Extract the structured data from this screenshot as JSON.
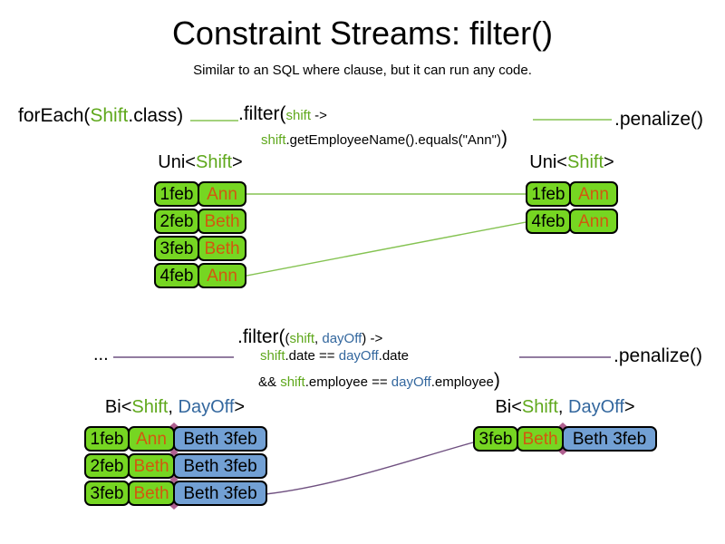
{
  "colors": {
    "text_green": "#5fa81c",
    "text_blue": "#33679e",
    "text_orange": "#d2580f",
    "cell_green": "#76d622",
    "cell_blue": "#72a0d4",
    "line_green": "#85c352",
    "line_purple": "#6f5080",
    "diamond_pink": "#b06090"
  },
  "title": "Constraint Streams: filter()",
  "subtitle": "Similar to an SQL where clause, but it can run any code.",
  "flow1": {
    "foreach_fn": "forEach(",
    "foreach_type": "Shift",
    "foreach_suffix": ".class)",
    "filter_head": ".filter(",
    "filter_param": "shift",
    "filter_arrow": " ->",
    "body_param": "shift",
    "body_rest": ".getEmployeeName().equals(\"Ann\")",
    "body_close": ")",
    "penalize": ".penalize()"
  },
  "flow2": {
    "ellipsis": "...",
    "filter_head": ".filter(",
    "filter_open": "(",
    "filter_param1": "shift",
    "filter_sep": ", ",
    "filter_param2": "dayOff",
    "filter_arrow": ") ->",
    "l2_param1": "shift",
    "l2_mid": ".date == ",
    "l2_param2": "dayOff",
    "l2_end": ".date",
    "l3_pre": "&& ",
    "l3_param1": "shift",
    "l3_mid": ".employee == ",
    "l3_param2": "dayOff",
    "l3_end": ".employee",
    "l3_close": ")",
    "penalize": ".penalize()"
  },
  "uni_header": {
    "pre": "Uni<",
    "type": "Shift",
    "post": ">"
  },
  "bi_header": {
    "pre": "Bi<",
    "type1": "Shift",
    "sep": ", ",
    "type2": "DayOff",
    "post": ">"
  },
  "tables": {
    "top_left": {
      "rows": [
        {
          "date": "1feb",
          "name": "Ann"
        },
        {
          "date": "2feb",
          "name": "Beth"
        },
        {
          "date": "3feb",
          "name": "Beth"
        },
        {
          "date": "4feb",
          "name": "Ann"
        }
      ]
    },
    "top_right": {
      "rows": [
        {
          "date": "1feb",
          "name": "Ann"
        },
        {
          "date": "4feb",
          "name": "Ann"
        }
      ]
    },
    "bottom_left": {
      "rows": [
        {
          "date": "1feb",
          "name": "Ann",
          "dayoff": "Beth 3feb"
        },
        {
          "date": "2feb",
          "name": "Beth",
          "dayoff": "Beth 3feb"
        },
        {
          "date": "3feb",
          "name": "Beth",
          "dayoff": "Beth 3feb"
        }
      ]
    },
    "bottom_right": {
      "rows": [
        {
          "date": "3feb",
          "name": "Beth",
          "dayoff": "Beth 3feb"
        }
      ]
    }
  }
}
